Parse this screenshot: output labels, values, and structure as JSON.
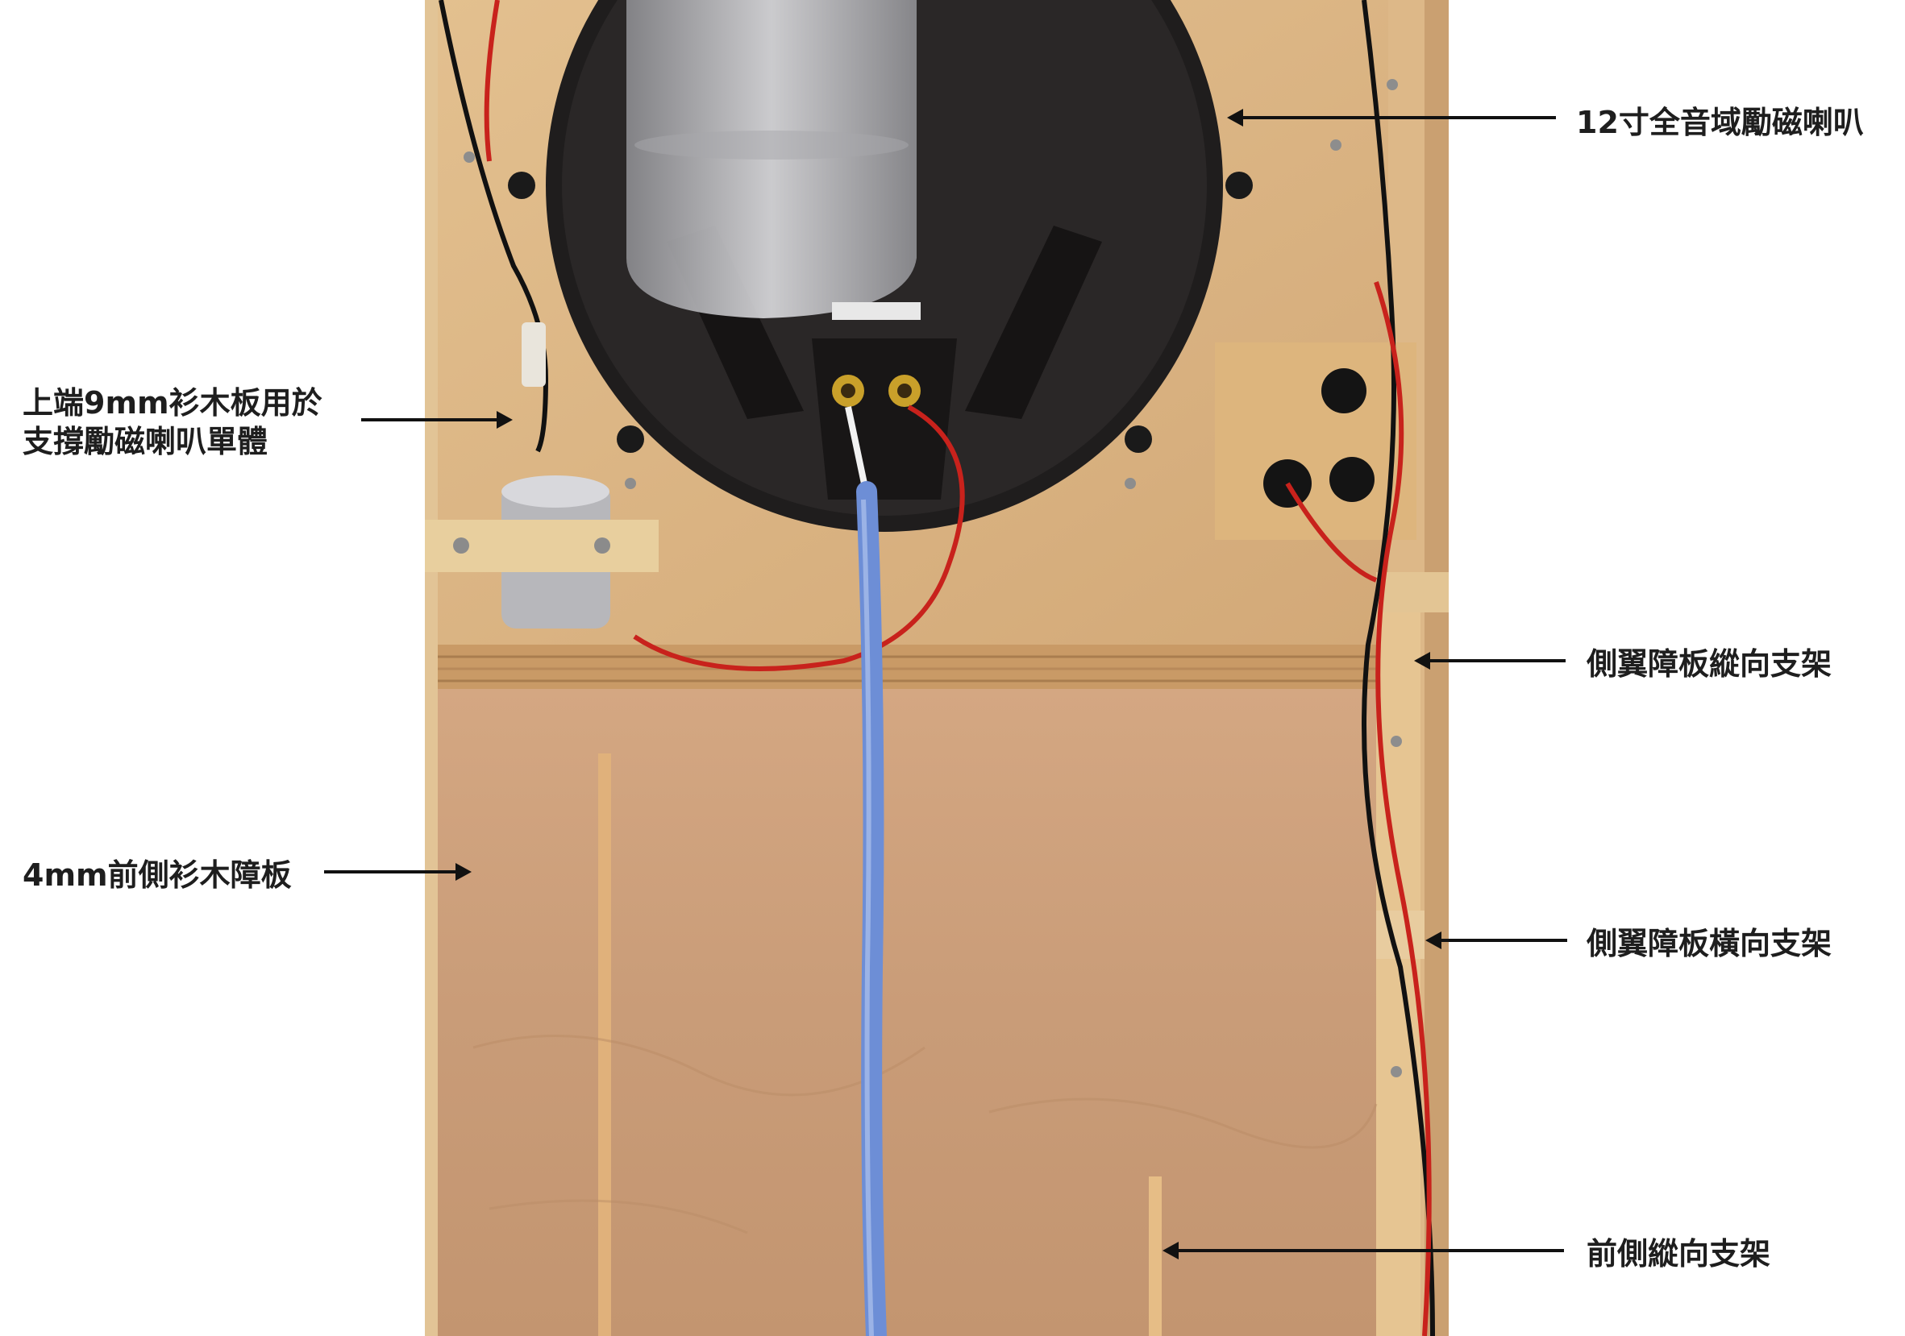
{
  "colors": {
    "plywood": "#d9b07e",
    "panel": "#c79a72",
    "driver_basket": "#1c1a1a",
    "cable_blue": "#6b8fd8",
    "wire_red": "#c8221c"
  },
  "annotations": {
    "driver": "12寸全音域勵磁喇叭",
    "top_board_line1": "上端9mm衫木板用於",
    "top_board_line2": "支撐勵磁喇叭單體",
    "side_vertical": "側翼障板縱向支架",
    "front_baffle": "4mm前側衫木障板",
    "side_horizontal": "側翼障板橫向支架",
    "front_vertical": "前側縱向支架"
  }
}
